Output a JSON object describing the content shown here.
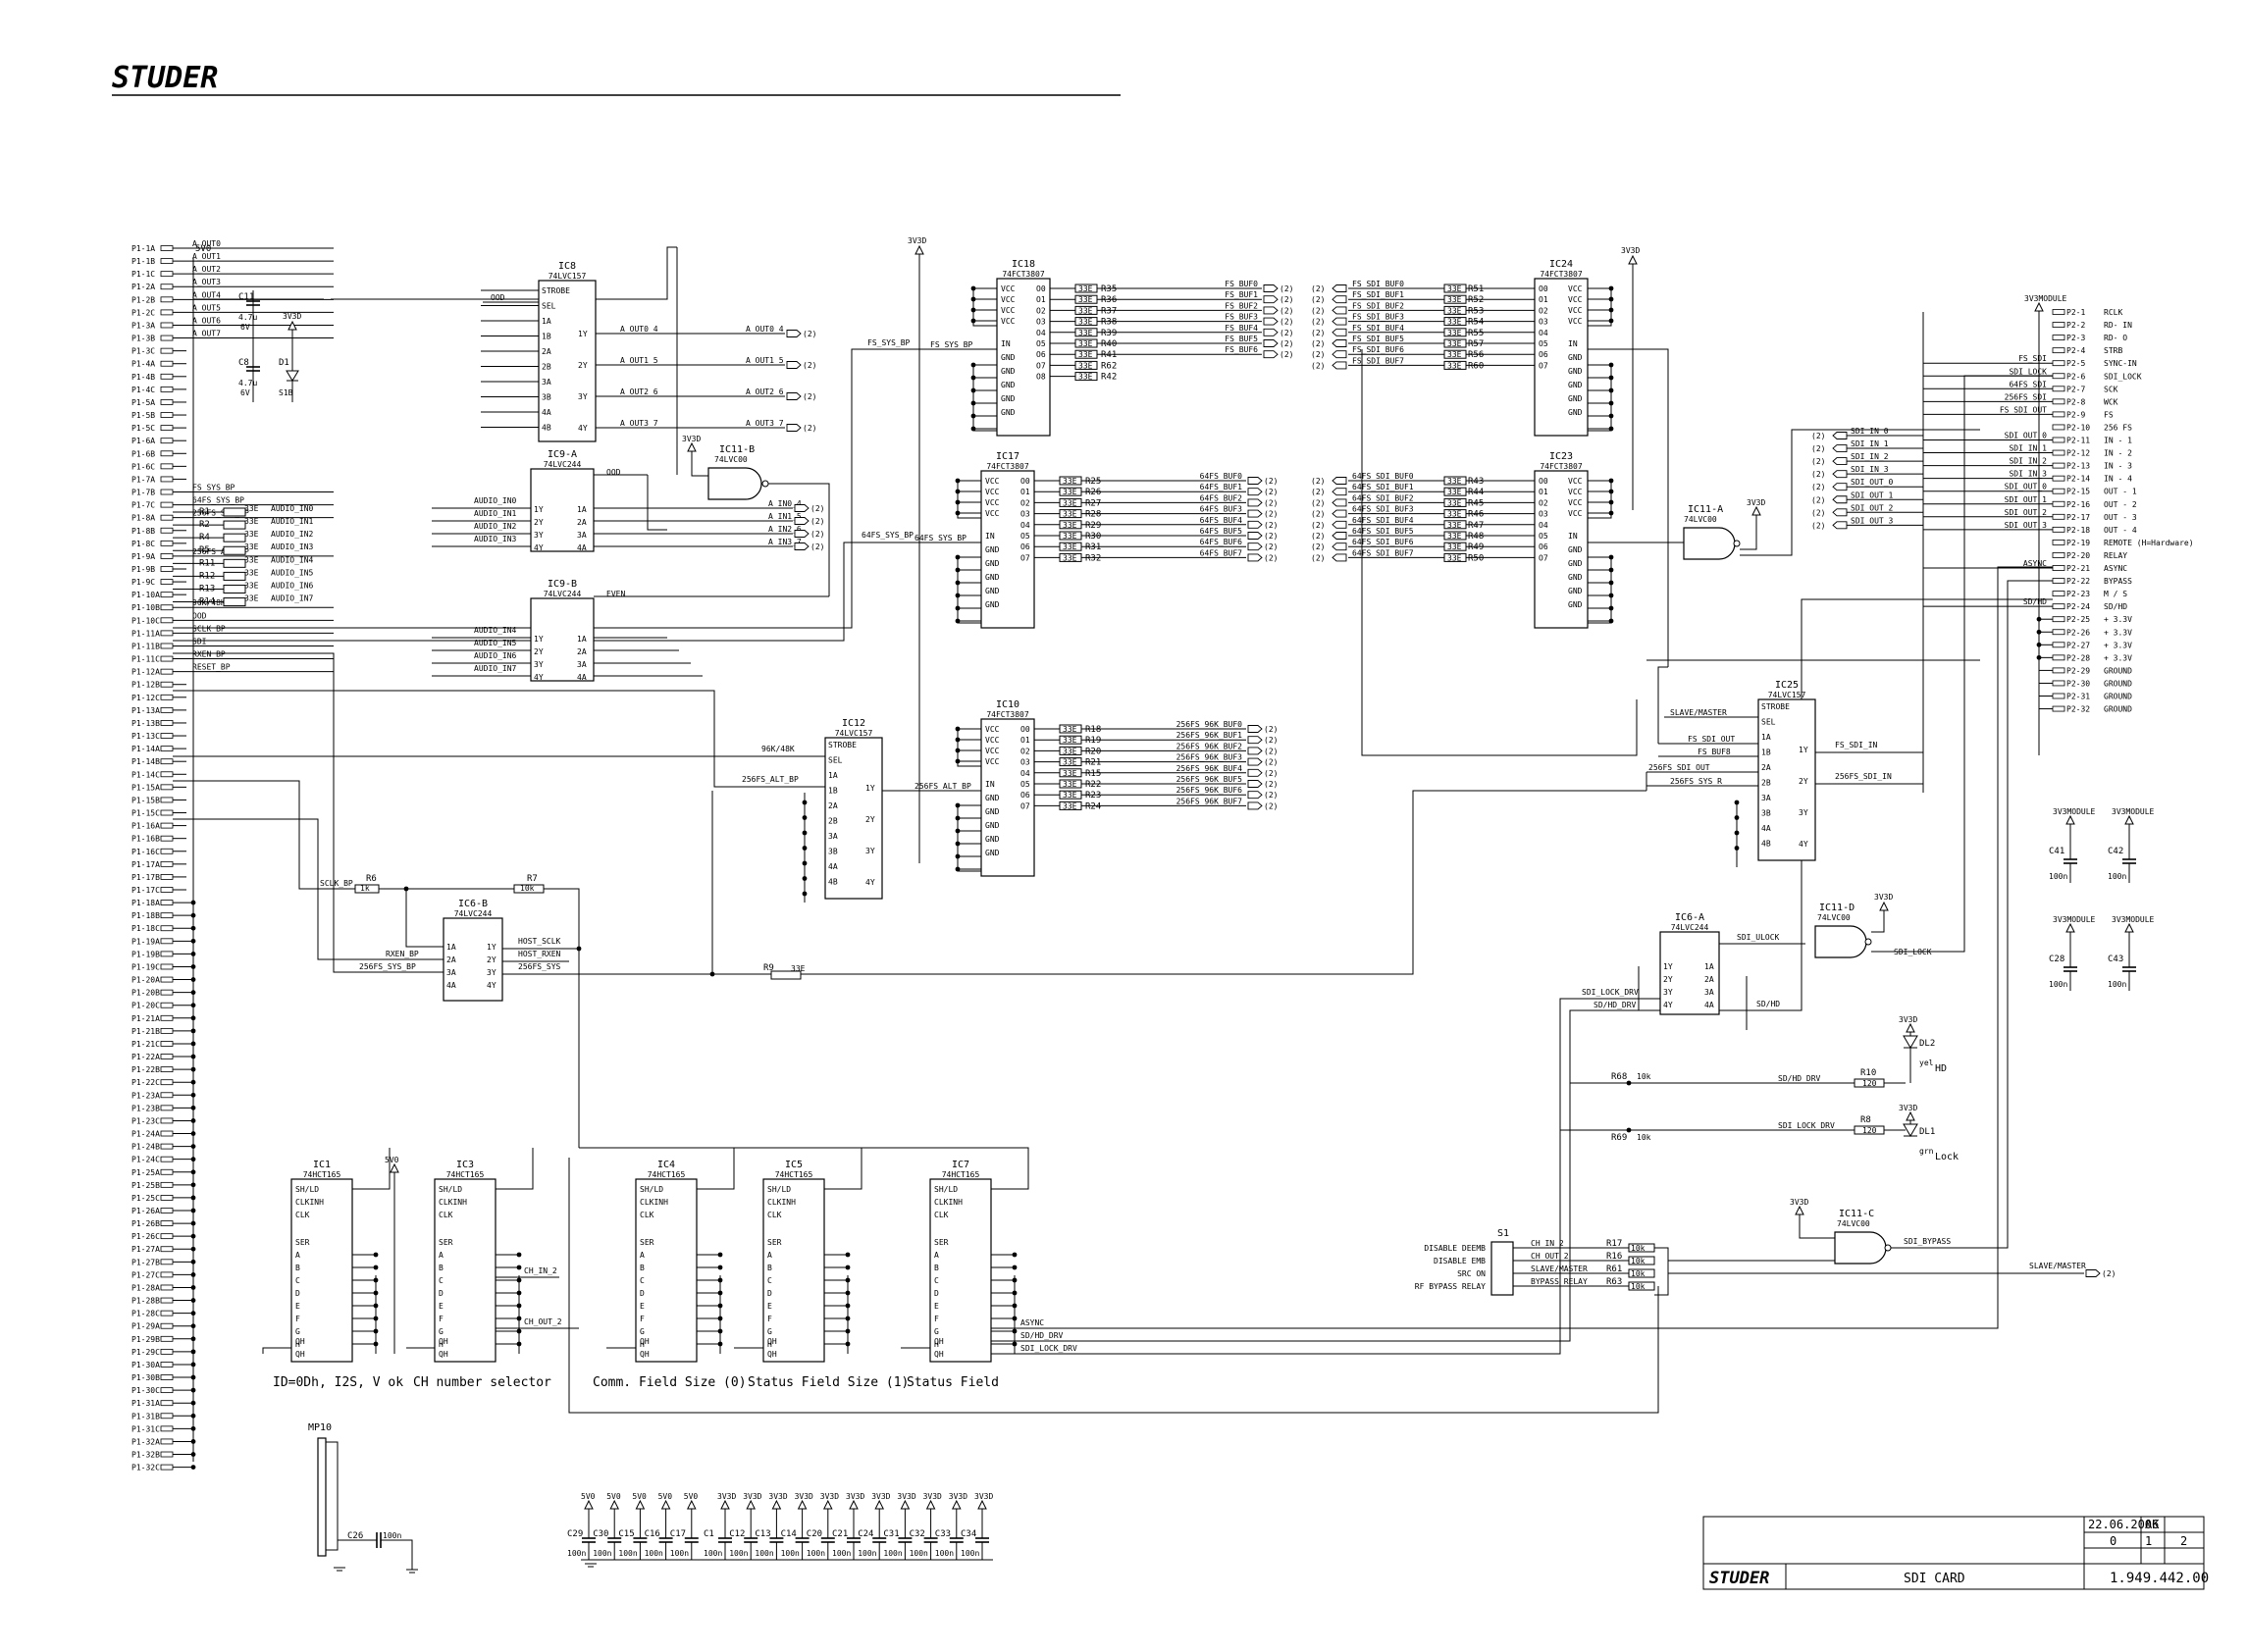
{
  "header": {
    "brand": "STUDER"
  },
  "connector_p1": {
    "power_label": "5V0",
    "pins": [
      "P1-1A",
      "P1-1B",
      "P1-1C",
      "P1-2A",
      "P1-2B",
      "P1-2C",
      "P1-3A",
      "P1-3B",
      "P1-3C",
      "P1-4A",
      "P1-4B",
      "P1-4C",
      "P1-5A",
      "P1-5B",
      "P1-5C",
      "P1-6A",
      "P1-6B",
      "P1-6C",
      "P1-7A",
      "P1-7B",
      "P1-7C",
      "P1-8A",
      "P1-8B",
      "P1-8C",
      "P1-9A",
      "P1-9B",
      "P1-9C",
      "P1-10A",
      "P1-10B",
      "P1-10C",
      "P1-11A",
      "P1-11B",
      "P1-11C",
      "P1-12A",
      "P1-12B",
      "P1-12C",
      "P1-13A",
      "P1-13B",
      "P1-13C",
      "P1-14A",
      "P1-14B",
      "P1-14C",
      "P1-15A",
      "P1-15B",
      "P1-15C",
      "P1-16A",
      "P1-16B",
      "P1-16C",
      "P1-17A",
      "P1-17B",
      "P1-17C",
      "P1-18A",
      "P1-18B",
      "P1-18C",
      "P1-19A",
      "P1-19B",
      "P1-19C",
      "P1-20A",
      "P1-20B",
      "P1-20C",
      "P1-21A",
      "P1-21B",
      "P1-21C",
      "P1-22A",
      "P1-22B",
      "P1-22C",
      "P1-23A",
      "P1-23B",
      "P1-23C",
      "P1-24A",
      "P1-24B",
      "P1-24C",
      "P1-25A",
      "P1-25B",
      "P1-25C",
      "P1-26A",
      "P1-26B",
      "P1-26C",
      "P1-27A",
      "P1-27B",
      "P1-27C",
      "P1-28A",
      "P1-28B",
      "P1-28C",
      "P1-29A",
      "P1-29B",
      "P1-29C",
      "P1-30A",
      "P1-30B",
      "P1-30C",
      "P1-31A",
      "P1-31B",
      "P1-31C",
      "P1-32A",
      "P1-32B",
      "P1-32C"
    ],
    "signals": [
      "A_OUT0",
      "A_OUT1",
      "A_OUT2",
      "A_OUT3",
      "A_OUT4",
      "A_OUT5",
      "A_OUT6",
      "A_OUT7",
      "",
      "",
      "",
      "",
      "",
      "",
      "",
      "",
      "",
      "",
      "",
      "FS_SYS_BP",
      "64FS_SYS_BP",
      "256FS_SYS_BP",
      "",
      "",
      "256FS_ALT_BP",
      "",
      "",
      "",
      "96K/48K",
      "OOD",
      "SCLK_BP",
      "SDI",
      "RXEN_BP",
      "RESET_BP"
    ]
  },
  "power_parts": [
    {
      "ref": "C11",
      "value": "4.7u",
      "rating": "6V"
    },
    {
      "ref": "C8",
      "value": "4.7u",
      "rating": "6V"
    },
    {
      "ref": "D1",
      "value": "S1B"
    },
    {
      "net": "3V3D"
    }
  ],
  "input_resistors": {
    "refs": [
      "R1",
      "R2",
      "R4",
      "R5",
      "R11",
      "R12",
      "R13",
      "R14"
    ],
    "value": "33E",
    "nets": [
      "AUDIO_IN0",
      "AUDIO_IN1",
      "AUDIO_IN2",
      "AUDIO_IN3",
      "AUDIO_IN4",
      "AUDIO_IN5",
      "AUDIO_IN6",
      "AUDIO_IN7"
    ]
  },
  "mux_outputs": [
    "A_OUT0_4",
    "A_OUT1_5",
    "A_OUT2_6",
    "A_OUT3_7"
  ],
  "ics": {
    "ic8": {
      "ref": "IC8",
      "part": "74LVC157"
    },
    "ic9a": {
      "ref": "IC9-A",
      "part": "74LVC244"
    },
    "ic9b": {
      "ref": "IC9-B",
      "part": "74LVC244"
    },
    "ic11b": {
      "ref": "IC11-B",
      "part": "74LVC00"
    },
    "ic18": {
      "ref": "IC18",
      "part": "74FCT3807"
    },
    "ic17": {
      "ref": "IC17",
      "part": "74FCT3807"
    },
    "ic10": {
      "ref": "IC10",
      "part": "74FCT3807"
    },
    "ic24": {
      "ref": "IC24",
      "part": "74FCT3807"
    },
    "ic23": {
      "ref": "IC23",
      "part": "74FCT3807"
    },
    "ic12": {
      "ref": "IC12",
      "part": "74LVC157"
    },
    "ic25": {
      "ref": "IC25",
      "part": "74LVC157"
    },
    "ic11a": {
      "ref": "IC11-A",
      "part": "74LVC00"
    },
    "ic11c": {
      "ref": "IC11-C",
      "part": "74LVC00"
    },
    "ic11d": {
      "ref": "IC11-D",
      "part": "74LVC00"
    },
    "ic6a": {
      "ref": "IC6-A",
      "part": "74LVC244"
    },
    "ic6b": {
      "ref": "IC6-B",
      "part": "74LVC244"
    },
    "ic1": {
      "ref": "IC1",
      "part": "74HCT165"
    },
    "ic3": {
      "ref": "IC3",
      "part": "74HCT165"
    },
    "ic4": {
      "ref": "IC4",
      "part": "74HCT165"
    },
    "ic5": {
      "ref": "IC5",
      "part": "74HCT165"
    },
    "ic7": {
      "ref": "IC7",
      "part": "74HCT165"
    }
  },
  "buffers": {
    "fs": {
      "input": "FS_SYS_BP",
      "value": "33E",
      "r_refs": [
        "R35",
        "R36",
        "R37",
        "R38",
        "R39",
        "R40",
        "R41",
        "R62",
        "R42"
      ],
      "nets": [
        "FS_BUF0",
        "FS_BUF1",
        "FS_BUF2",
        "FS_BUF3",
        "FS_BUF4",
        "FS_BUF5",
        "FS_BUF6",
        "FS_BUF7"
      ]
    },
    "fs64": {
      "input": "64FS_SYS_BP",
      "value": "33E",
      "r_refs": [
        "R25",
        "R26",
        "R27",
        "R28",
        "R29",
        "R30",
        "R31",
        "R32"
      ],
      "nets": [
        "64FS_BUF0",
        "64FS_BUF1",
        "64FS_BUF2",
        "64FS_BUF3",
        "64FS_BUF4",
        "64FS_BUF5",
        "64FS_BUF6",
        "64FS_BUF7"
      ]
    },
    "fs256": {
      "input": "256FS_ALT_BP",
      "value": "33E",
      "r_refs": [
        "R18",
        "R19",
        "R20",
        "R21",
        "R15",
        "R22",
        "R23",
        "R24"
      ],
      "nets": [
        "256FS_96K_BUF0",
        "256FS_96K_BUF1",
        "256FS_96K_BUF2",
        "256FS_96K_BUF3",
        "256FS_96K_BUF4",
        "256FS_96K_BUF5",
        "256FS_96K_BUF6",
        "256FS_96K_BUF7"
      ]
    },
    "fs_sdi": {
      "value": "33E",
      "r_refs": [
        "R51",
        "R52",
        "R53",
        "R54",
        "R55",
        "R57",
        "R56",
        "R60"
      ],
      "nets": [
        "FS_SDI_BUF0",
        "FS_SDI_BUF1",
        "FS_SDI_BUF2",
        "FS_SDI_BUF3",
        "FS_SDI_BUF4",
        "FS_SDI_BUF5",
        "FS_SDI_BUF6",
        "FS_SDI_BUF7"
      ]
    },
    "fs64_sdi": {
      "value": "33E",
      "r_refs": [
        "R43",
        "R44",
        "R45",
        "R46",
        "R47",
        "R48",
        "R49",
        "R50"
      ],
      "nets": [
        "64FS_SDI_BUF0",
        "64FS_SDI_BUF1",
        "64FS_SDI_BUF2",
        "64FS_SDI_BUF3",
        "64FS_SDI_BUF4",
        "64FS_SDI_BUF5",
        "64FS_SDI_BUF6",
        "64FS_SDI_BUF7"
      ]
    }
  },
  "port_marker": "(2)",
  "rail_3v3": "3V3D",
  "rail_5v": "5V0",
  "connector_p2": {
    "header": "3V3MODULE",
    "pins": [
      "P2-1",
      "P2-2",
      "P2-3",
      "P2-4",
      "P2-5",
      "P2-6",
      "P2-7",
      "P2-8",
      "P2-9",
      "P2-10",
      "P2-11",
      "P2-12",
      "P2-13",
      "P2-14",
      "P2-15",
      "P2-16",
      "P2-17",
      "P2-18",
      "P2-19",
      "P2-20",
      "P2-21",
      "P2-22",
      "P2-23",
      "P2-24",
      "P2-25",
      "P2-26",
      "P2-27",
      "P2-28",
      "P2-29",
      "P2-30",
      "P2-31",
      "P2-32"
    ],
    "functions": [
      "RCLK",
      "RD- IN",
      "RD- O",
      "STRB",
      "SYNC-IN",
      "SDI_LOCK",
      "SCK",
      "WCK",
      "FS",
      "256 FS",
      "IN - 1",
      "IN - 2",
      "IN - 3",
      "IN - 4",
      "OUT - 1",
      "OUT - 2",
      "OUT - 3",
      "OUT - 4",
      "REMOTE (H=Hardware)",
      "RELAY",
      "ASYNC",
      "BYPASS",
      "M / S",
      "SD/HD",
      "+ 3.3V",
      "+ 3.3V",
      "+ 3.3V",
      "+ 3.3V",
      "GROUND",
      "GROUND",
      "GROUND",
      "GROUND"
    ],
    "signals": [
      "",
      "",
      "",
      "",
      "FS_SDI",
      "SDI_LOCK",
      "64FS_SDI",
      "256FS_SDI",
      "FS_SDI_OUT",
      "",
      "SDI_OUT_0",
      "SDI_IN_1",
      "SDI_IN_2",
      "SDI_IN_3",
      "SDI_OUT_0",
      "SDI_OUT_1",
      "SDI_OUT_2",
      "SDI_OUT_3",
      "",
      "",
      "ASYNC",
      "",
      "",
      "SD/HD"
    ],
    "sdi_in_nets": [
      "SDI_IN_0",
      "SDI_IN_1",
      "SDI_IN_2",
      "SDI_IN_3",
      "SDI_OUT_0",
      "SDI_OUT_1",
      "SDI_OUT_2",
      "SDI_OUT_3"
    ]
  },
  "selector_nets": {
    "ic12": [
      "96K/48K",
      "256FS_ALT_BP"
    ],
    "ic25": [
      "SLAVE/MASTER",
      "FS_SDI_OUT",
      "FS_BUF8",
      "256FS_SDI_OUT",
      "256FS_SYS_R",
      "FS_SDI_IN",
      "256FS_SDI_IN"
    ]
  },
  "control": {
    "r6": {
      "ref": "R6",
      "value": "1k"
    },
    "r7": {
      "ref": "R7",
      "value": "10k"
    },
    "r9": {
      "ref": "R9",
      "value": "33E"
    },
    "nets": [
      "SCLK_BP",
      "RXEN_BP",
      "256FS_SYS_BP",
      "HOST_SCLK",
      "HOST_RXEN",
      "256FS_SYS"
    ],
    "ic6a_nets": [
      "SDI_ULOCK",
      "SDI_LOCK",
      "SDI_LOCK_DRV",
      "SD/HD_DRV",
      "SD/HD"
    ],
    "leds": [
      {
        "ref": "DL2",
        "color": "yel",
        "label": "HD",
        "r_ref": "R10",
        "r_value": "120",
        "net": "SD/HD_DRV"
      },
      {
        "ref": "DL1",
        "color": "grn",
        "label": "Lock",
        "r_ref": "R8",
        "r_value": "120",
        "net": "SDI_LOCK_DRV"
      }
    ],
    "pullups": [
      {
        "ref": "R68",
        "value": "10k"
      },
      {
        "ref": "R69",
        "value": "10k"
      }
    ],
    "switch": {
      "ref": "S1",
      "labels": [
        "DISABLE DEEMB",
        "DISABLE EMB",
        "SRC ON",
        "RF BYPASS RELAY"
      ],
      "nets": [
        "CH_IN_2",
        "CH_OUT_2",
        "SLAVE/MASTER",
        "BYPASS_RELAY"
      ],
      "resistors": [
        "R17",
        "R16",
        "R61",
        "R63"
      ],
      "value": "10k"
    },
    "ic11c_net": "SDI_BYPASS",
    "slave_master_net": "SLAVE/MASTER"
  },
  "shift_registers": {
    "pins_left": [
      "SH/LD",
      "CLKINH",
      "CLK",
      "SER",
      "A",
      "B",
      "C",
      "D",
      "E",
      "F",
      "G",
      "H"
    ],
    "nets": [
      "CH_IN_2",
      "CH_OUT_2",
      "ASYNC",
      "SD/HD_DRV",
      "SDI_LOCK_DRV"
    ],
    "captions": [
      "ID=0Dh, I2S, V ok",
      "CH number selector",
      "Comm. Field Size (0)",
      "Status Field Size (1)",
      "Status Field"
    ]
  },
  "mp10": {
    "ref": "MP10",
    "cap_ref": "C26",
    "cap_value": "100n"
  },
  "decoupling": {
    "value": "100n",
    "refs": [
      "C29",
      "C30",
      "C15",
      "C16",
      "C17",
      "C1",
      "C12",
      "C13",
      "C14",
      "C20",
      "C21",
      "C24",
      "C31",
      "C32",
      "C33",
      "C34"
    ],
    "rails": [
      "5V0",
      "5V0",
      "5V0",
      "5V0",
      "5V0",
      "3V3D",
      "3V3D",
      "3V3D",
      "3V3D",
      "3V3D",
      "3V3D",
      "3V3D",
      "3V3D",
      "3V3D",
      "3V3D",
      "3V3D"
    ]
  },
  "module_caps": [
    {
      "ref": "C41",
      "value": "100n",
      "rail": "3V3MODULE"
    },
    {
      "ref": "C42",
      "value": "100n",
      "rail": "3V3MODULE"
    },
    {
      "ref": "C28",
      "value": "100n",
      "rail": "3V3MODULE"
    },
    {
      "ref": "C43",
      "value": "100n",
      "rail": "3V3MODULE"
    }
  ],
  "title_block": {
    "date": "22.06.2006",
    "initials": "AK",
    "index": "0",
    "page": "1",
    "pages": "2",
    "title": "SDI CARD",
    "drawing_no": "1.949.442.00",
    "brand": "STUDER"
  }
}
